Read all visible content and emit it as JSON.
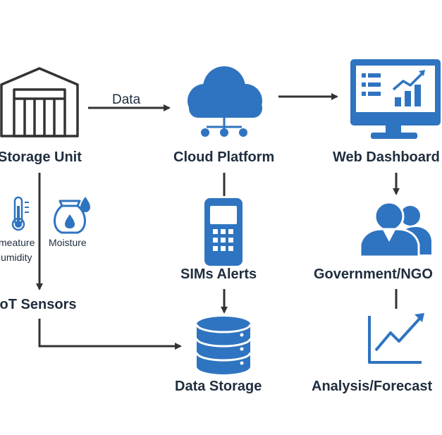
{
  "colors": {
    "primary": "#2f74c0",
    "outline": "#333333",
    "text": "#1f2d3d"
  },
  "nodes": {
    "storage_unit": {
      "label": "Storage Unit",
      "icon": "warehouse-icon"
    },
    "cloud_platform": {
      "label": "Cloud Platform",
      "icon": "cloud-network-icon"
    },
    "web_dashboard": {
      "label": "Web Dashboard",
      "icon": "monitor-chart-icon"
    },
    "temperature": {
      "label_line1": "meature",
      "label_line2": "Humidity",
      "icon": "thermometer-icon"
    },
    "moisture": {
      "label": "Moisture",
      "icon": "moisture-bag-icon"
    },
    "sims_alerts": {
      "label": "SIMs Alerts",
      "icon": "mobile-phone-icon"
    },
    "government_ngo": {
      "label": "Government/NGO",
      "icon": "users-group-icon"
    },
    "iot_sensors": {
      "label": "IoT Sensors"
    },
    "data_storage": {
      "label": "Data Storage",
      "icon": "database-icon"
    },
    "analysis_forecast": {
      "label": "Analysis/Forecast",
      "icon": "trend-chart-icon"
    }
  },
  "edges": {
    "storage_to_cloud": {
      "label": "Data"
    }
  }
}
